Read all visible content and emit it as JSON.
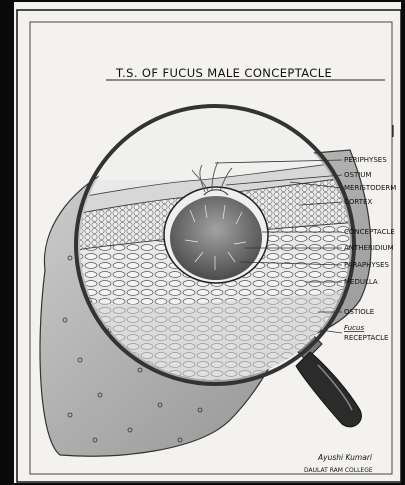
{
  "title": "T.S. OF FUCUS MALE CONCEPTACLE",
  "labels": {
    "periphyses": "PERIPHYSES",
    "ostium": "OSTIUM",
    "meristoderm": "MERISTODERM",
    "cortex": "CORTEX",
    "conceptacle": "CONCEPTACLE",
    "antheridium": "ANTHERIDIUM",
    "paraphyses": "PARAPHYSES",
    "medulla": "MEDULLA",
    "ostiole": "OSTIOLE",
    "fucus": "Fucus",
    "receptacle": "RECEPTACLE"
  },
  "signature": {
    "name": "Ayushi Kumari",
    "college": "DAULAT RAM COLLEGE"
  }
}
